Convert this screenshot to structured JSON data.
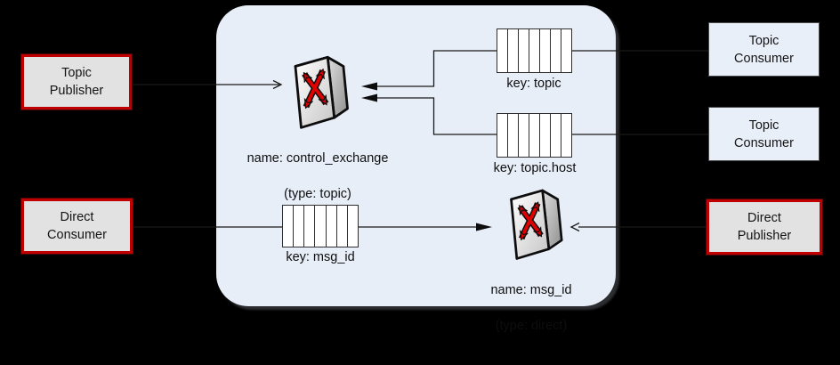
{
  "broker_panel": {
    "fill": "#e8eef8"
  },
  "exchanges": [
    {
      "icon": "switch-icon",
      "name_label": "name: control_exchange",
      "type_label": "(type: topic)"
    },
    {
      "icon": "switch-icon",
      "name_label": "name: msg_id",
      "type_label": "(type: direct)"
    }
  ],
  "queues": [
    {
      "label": "key: topic",
      "cells": 7
    },
    {
      "label": "key: topic.host",
      "cells": 7
    },
    {
      "label": "key: msg_id",
      "cells": 7
    }
  ],
  "nodes": {
    "topic_publisher": {
      "label": "Topic\nPublisher"
    },
    "topic_consumer_1": {
      "label": "Topic\nConsumer"
    },
    "topic_consumer_2": {
      "label": "Topic\nConsumer"
    },
    "direct_consumer": {
      "label": "Direct\nConsumer"
    },
    "direct_publisher": {
      "label": "Direct\nPublisher"
    }
  },
  "colors": {
    "publisher_border_red": "#c00000",
    "exchange_arrow_red": "#e00000",
    "panel_fill": "#e8eef8",
    "consumer_box_fill": "#e9eff9",
    "publisher_box_fill": "#e2e2e2",
    "connector_line": "#1a1a1a",
    "background": "#000000"
  }
}
